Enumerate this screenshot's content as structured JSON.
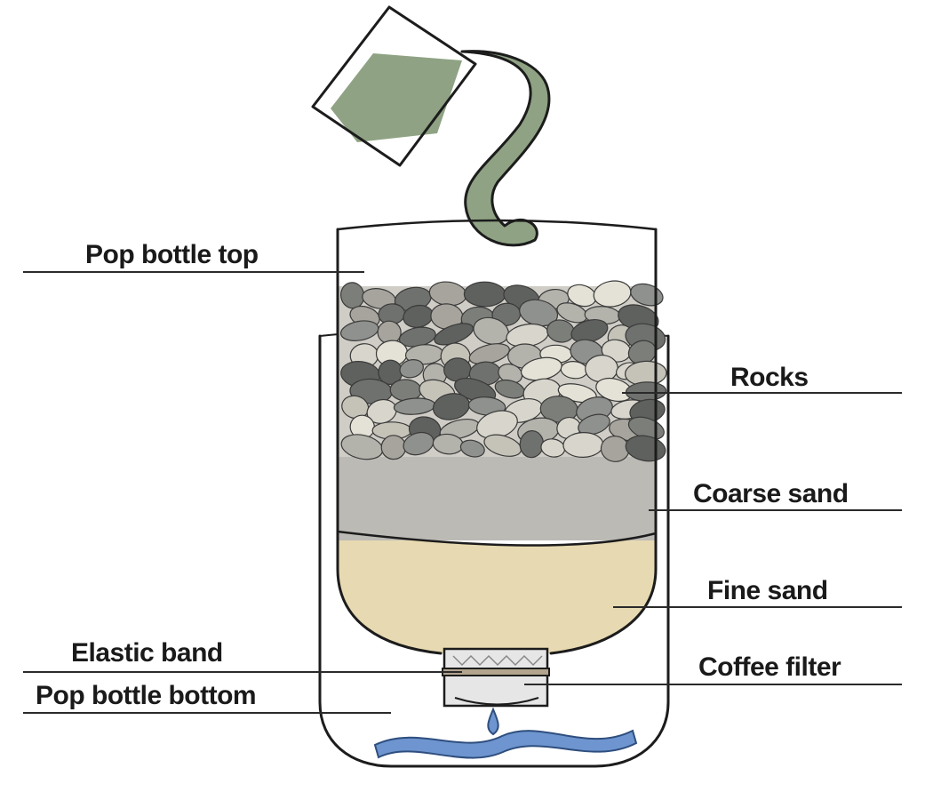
{
  "labels": {
    "pop_bottle_top": "Pop bottle top",
    "rocks": "Rocks",
    "coarse_sand": "Coarse sand",
    "fine_sand": "Fine sand",
    "elastic_band": "Elastic band",
    "coffee_filter": "Coffee filter",
    "pop_bottle_bottom": "Pop bottle bottom"
  },
  "colors": {
    "dirty_water": "#8fa384",
    "coarse_sand": "#bcbab5",
    "fine_sand": "#e7d9b1",
    "clean_water": "#6e95cf",
    "coffee_filter": "#e6e6e6"
  }
}
